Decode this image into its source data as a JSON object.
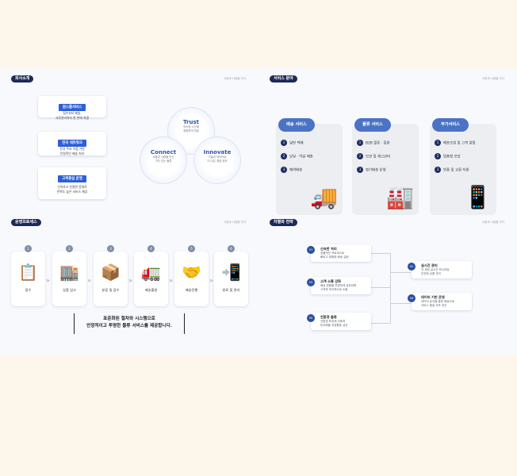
{
  "panel1": {
    "pill": "회사소개",
    "tagline": "사람과 사람을 잇다",
    "services": [
      {
        "head": "원스톱서비스",
        "lines": [
          "접수부터 배송,",
          "사후관리까지 한 번에 처결"
        ]
      },
      {
        "head": "전국 네트워크",
        "lines": [
          "전국 주요 거점 기반",
          "안정적인 배송 처리"
        ]
      },
      {
        "head": "고객중심 운영",
        "lines": [
          "신속하고 친절한 응대로",
          "만족도 높은 서비스 제공"
        ]
      }
    ],
    "circles": [
      {
        "title": "Trust",
        "lines": [
          "약속된 시간에",
          "정확하게 전달"
        ]
      },
      {
        "title": "Connect",
        "lines": [
          "사람과 사람을 잇는",
          "가치 있는 물류"
        ]
      },
      {
        "title": "Innovate",
        "lines": [
          "기술과 데이터로",
          "더 나은 경험 창조"
        ]
      }
    ]
  },
  "panel2": {
    "pill": "서비스 분야",
    "tagline": "사람과 사람을 잇다",
    "columns": [
      {
        "head": "배송 서비스",
        "icon": "truck-icon",
        "glyph": "🚚",
        "items": [
          "일반 택배",
          "당일 · 익일 배송",
          "예약배송"
        ]
      },
      {
        "head": "물류 서비스",
        "icon": "warehouse-icon",
        "glyph": "🏭",
        "items": [
          "B2B 물류 · 집화",
          "보관 및 재고관리",
          "정기배송 운영"
        ]
      },
      {
        "head": "부가서비스",
        "icon": "phone-location-icon",
        "glyph": "📱",
        "items": [
          "배송조회 및 고객 알림",
          "맞춤형 포장",
          "반품 및 교환 지원"
        ]
      }
    ]
  },
  "panel3": {
    "pill": "운영프로세스",
    "tagline": "사람과 사람을 잇다",
    "steps": [
      {
        "num": "1",
        "icon": "clipboard-icon",
        "glyph": "📋",
        "label": "접수"
      },
      {
        "num": "2",
        "icon": "warehouse-icon",
        "glyph": "🏬",
        "label": "상품 입고"
      },
      {
        "num": "3",
        "icon": "sorting-icon",
        "glyph": "📦",
        "label": "분류 및 검수"
      },
      {
        "num": "4",
        "icon": "delivery-truck-icon",
        "glyph": "🚛",
        "label": "배송출발"
      },
      {
        "num": "5",
        "icon": "handshake-icon",
        "glyph": "🤝",
        "label": "배송진행"
      },
      {
        "num": "6",
        "icon": "mobile-check-icon",
        "glyph": "📲",
        "label": "완료 및 관리"
      }
    ],
    "summary": [
      "표준화된 절차와 시스템으로",
      "안정적이고 투명한 물류 서비스를 제공합니다."
    ]
  },
  "panel4": {
    "pill": "차별화 전략",
    "tagline": "사람과 사람을 잇다",
    "cards": [
      {
        "num": "01",
        "title": "신속한 처리",
        "lines": [
          "효율적인 프로세스로",
          "빠르고 정확한 배송 실현"
        ]
      },
      {
        "num": "02",
        "title": "실시간 관리",
        "lines": [
          "전 과정 실시간 모니터링",
          "안전한 상품 관리"
        ]
      },
      {
        "num": "03",
        "title": "고객 소통 강화",
        "lines": [
          "배송 현황을 투명하게 공유하며",
          "고객과 적극적으로 소통"
        ]
      },
      {
        "num": "04",
        "title": "데이터 기반 운영",
        "lines": [
          "데이터 분석을 통한 배송으로",
          "서비스 품질 지속 개선"
        ]
      },
      {
        "num": "05",
        "title": "친환경 물류",
        "lines": [
          "친환경 포장재 사용과",
          "탄소배출 저감활동 실천"
        ]
      }
    ]
  }
}
